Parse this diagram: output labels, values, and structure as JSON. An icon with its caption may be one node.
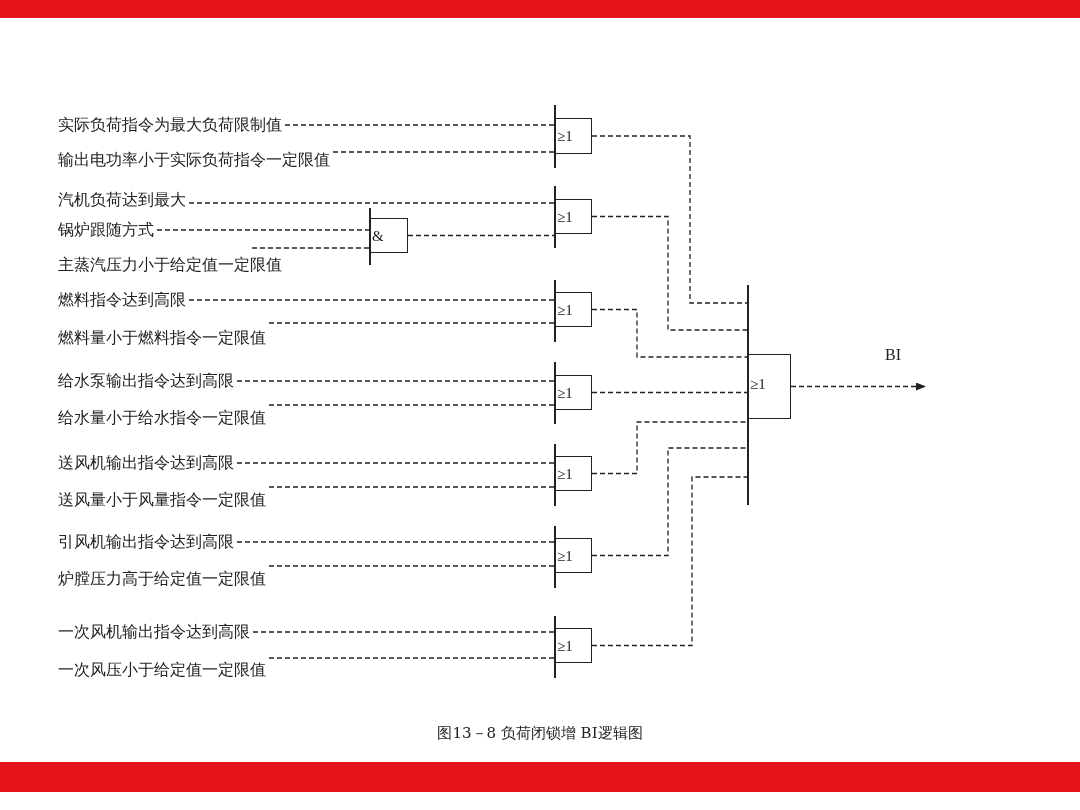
{
  "diagram": {
    "caption": "图13－8 负荷闭锁增 BI逻辑图",
    "nodes": [
      {
        "text": [
          "实际负荷指令为最大负荷限制值"
        ]
      },
      {
        "text": [
          "输出电功率小于实际负荷指令一定限值"
        ]
      },
      {
        "text": [
          "汽机负荷达到最大"
        ]
      },
      {
        "text": [
          "锅炉跟随方式"
        ]
      },
      {
        "text": [
          "主蒸汽压力小于给定值一定限值"
        ]
      },
      {
        "text": [
          "燃料指令达到高限"
        ]
      },
      {
        "text": [
          "燃料量小于燃料指令一定限值"
        ]
      },
      {
        "text": [
          "给水泵输出指令达到高限"
        ]
      },
      {
        "text": [
          "给水量小于给水指令一定限值"
        ]
      },
      {
        "text": [
          "送风机输出指令达到高限"
        ]
      },
      {
        "text": [
          "送风量小于风量指令一定限值"
        ]
      },
      {
        "text": [
          "引风机输出指令达到高限"
        ]
      },
      {
        "text": [
          "炉膛压力高于给定值一定限值"
        ]
      },
      {
        "text": [
          "一次风机输出指令达到高限"
        ]
      },
      {
        "text": [
          "一次风压小于给定值一定限值"
        ]
      },
      {
        "text": [
          "≥1"
        ]
      },
      {
        "text": [
          "&"
        ]
      },
      {
        "text": [
          "≥1"
        ]
      },
      {
        "text": [
          "≥1"
        ]
      },
      {
        "text": [
          "≥1"
        ]
      },
      {
        "text": [
          "≥1"
        ]
      },
      {
        "text": [
          "≥1"
        ]
      },
      {
        "text": [
          "≥1"
        ]
      },
      {
        "text": [
          "≥1"
        ]
      },
      {
        "text": [
          "BI"
        ]
      }
    ],
    "edges": [
      {
        "from": 0,
        "to": 15,
        "arrow": "none"
      },
      {
        "from": 1,
        "to": 15,
        "arrow": "none"
      },
      {
        "from": 2,
        "to": 17,
        "arrow": "none"
      },
      {
        "from": 3,
        "to": 16,
        "arrow": "none"
      },
      {
        "from": 4,
        "to": 16,
        "arrow": "none"
      },
      {
        "from": 16,
        "to": 17,
        "arrow": "none"
      },
      {
        "from": 5,
        "to": 18,
        "arrow": "none"
      },
      {
        "from": 6,
        "to": 18,
        "arrow": "none"
      },
      {
        "from": 7,
        "to": 19,
        "arrow": "none"
      },
      {
        "from": 8,
        "to": 19,
        "arrow": "none"
      },
      {
        "from": 9,
        "to": 20,
        "arrow": "none"
      },
      {
        "from": 10,
        "to": 20,
        "arrow": "none"
      },
      {
        "from": 11,
        "to": 21,
        "arrow": "none"
      },
      {
        "from": 12,
        "to": 21,
        "arrow": "none"
      },
      {
        "from": 13,
        "to": 22,
        "arrow": "none"
      },
      {
        "from": 14,
        "to": 22,
        "arrow": "none"
      },
      {
        "from": 15,
        "to": 23,
        "arrow": "none"
      },
      {
        "from": 17,
        "to": 23,
        "arrow": "none"
      },
      {
        "from": 18,
        "to": 23,
        "arrow": "none"
      },
      {
        "from": 19,
        "to": 23,
        "arrow": "none"
      },
      {
        "from": 20,
        "to": 23,
        "arrow": "none"
      },
      {
        "from": 21,
        "to": 23,
        "arrow": "none"
      },
      {
        "from": 22,
        "to": 23,
        "arrow": "none"
      },
      {
        "from": 23,
        "to": 24,
        "arrow": "to"
      }
    ]
  }
}
